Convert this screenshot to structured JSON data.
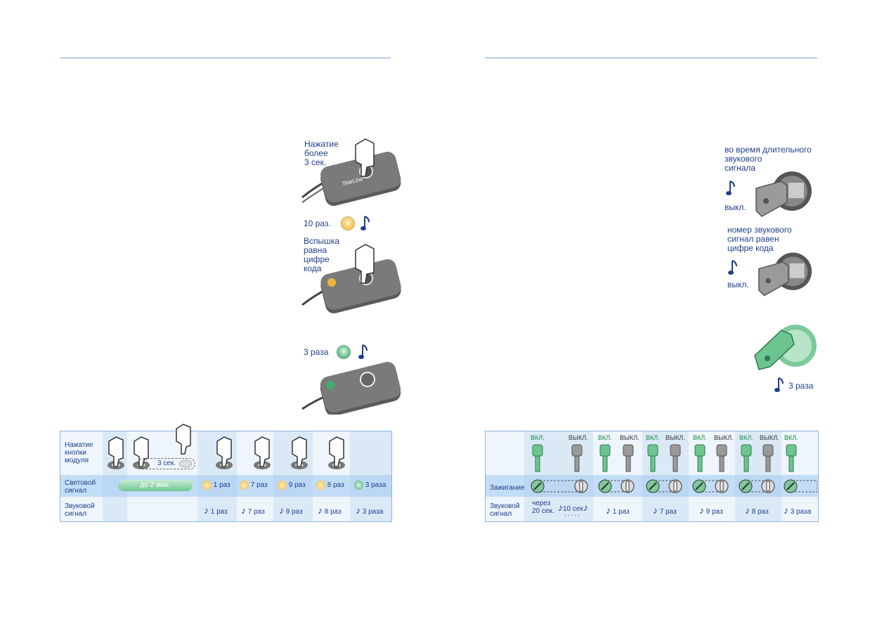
{
  "left_panel": {
    "steps": {
      "press_text": [
        "Нажатие",
        "более",
        "3 сек."
      ],
      "flash_count": "10 раз.",
      "flash_text": [
        "Вспышка",
        "равна",
        "цифре",
        "кода"
      ],
      "confirm_count": "3 раза",
      "logo": "StarLine"
    },
    "table": {
      "row_labels": [
        "Нажатие\nкнопки\nмодуля",
        "Световой\nсигнал",
        "Звуковой\nсигнал"
      ],
      "timer_label": "3 сек.",
      "long_light": "до 2 мин.",
      "light_cells": [
        "1 раз",
        "7 раз",
        "9 раз",
        "8 раз",
        "3 раза"
      ],
      "sound_cells": [
        "1 раз",
        "7 раз",
        "9 раз",
        "8 раз",
        "3 раза"
      ]
    }
  },
  "right_panel": {
    "steps": {
      "during_text": [
        "во время длительного",
        "звукового",
        "сигнала"
      ],
      "off_1": "выкл.",
      "code_text": [
        "номер звукового",
        "сигнал равен",
        "цифре кода"
      ],
      "off_2": "выкл.",
      "confirm_count": "3 раза"
    },
    "table": {
      "key_states": [
        "ВКЛ.",
        "ВЫКЛ.",
        "ВКЛ.",
        "ВЫКЛ.",
        "ВКЛ.",
        "ВЫКЛ.",
        "ВКЛ.",
        "ВЫКЛ.",
        "ВКЛ.",
        "ВЫКЛ.",
        "ВКЛ."
      ],
      "row_labels": [
        "Зажигание",
        "Звуковой\nсигнал"
      ],
      "delay_text": "через\n20 сек.",
      "long_sound": "10 сек",
      "sound_cells": [
        "1 раз",
        "7 раз",
        "9 раз",
        "8 раз",
        "3 раза"
      ]
    }
  },
  "colors": {
    "accent_blue": "#1f3f8c",
    "rule_blue": "#7aa0d6",
    "table_bg": "#eef5fc",
    "amber": "#f3b43a",
    "green": "#3fae6c"
  }
}
